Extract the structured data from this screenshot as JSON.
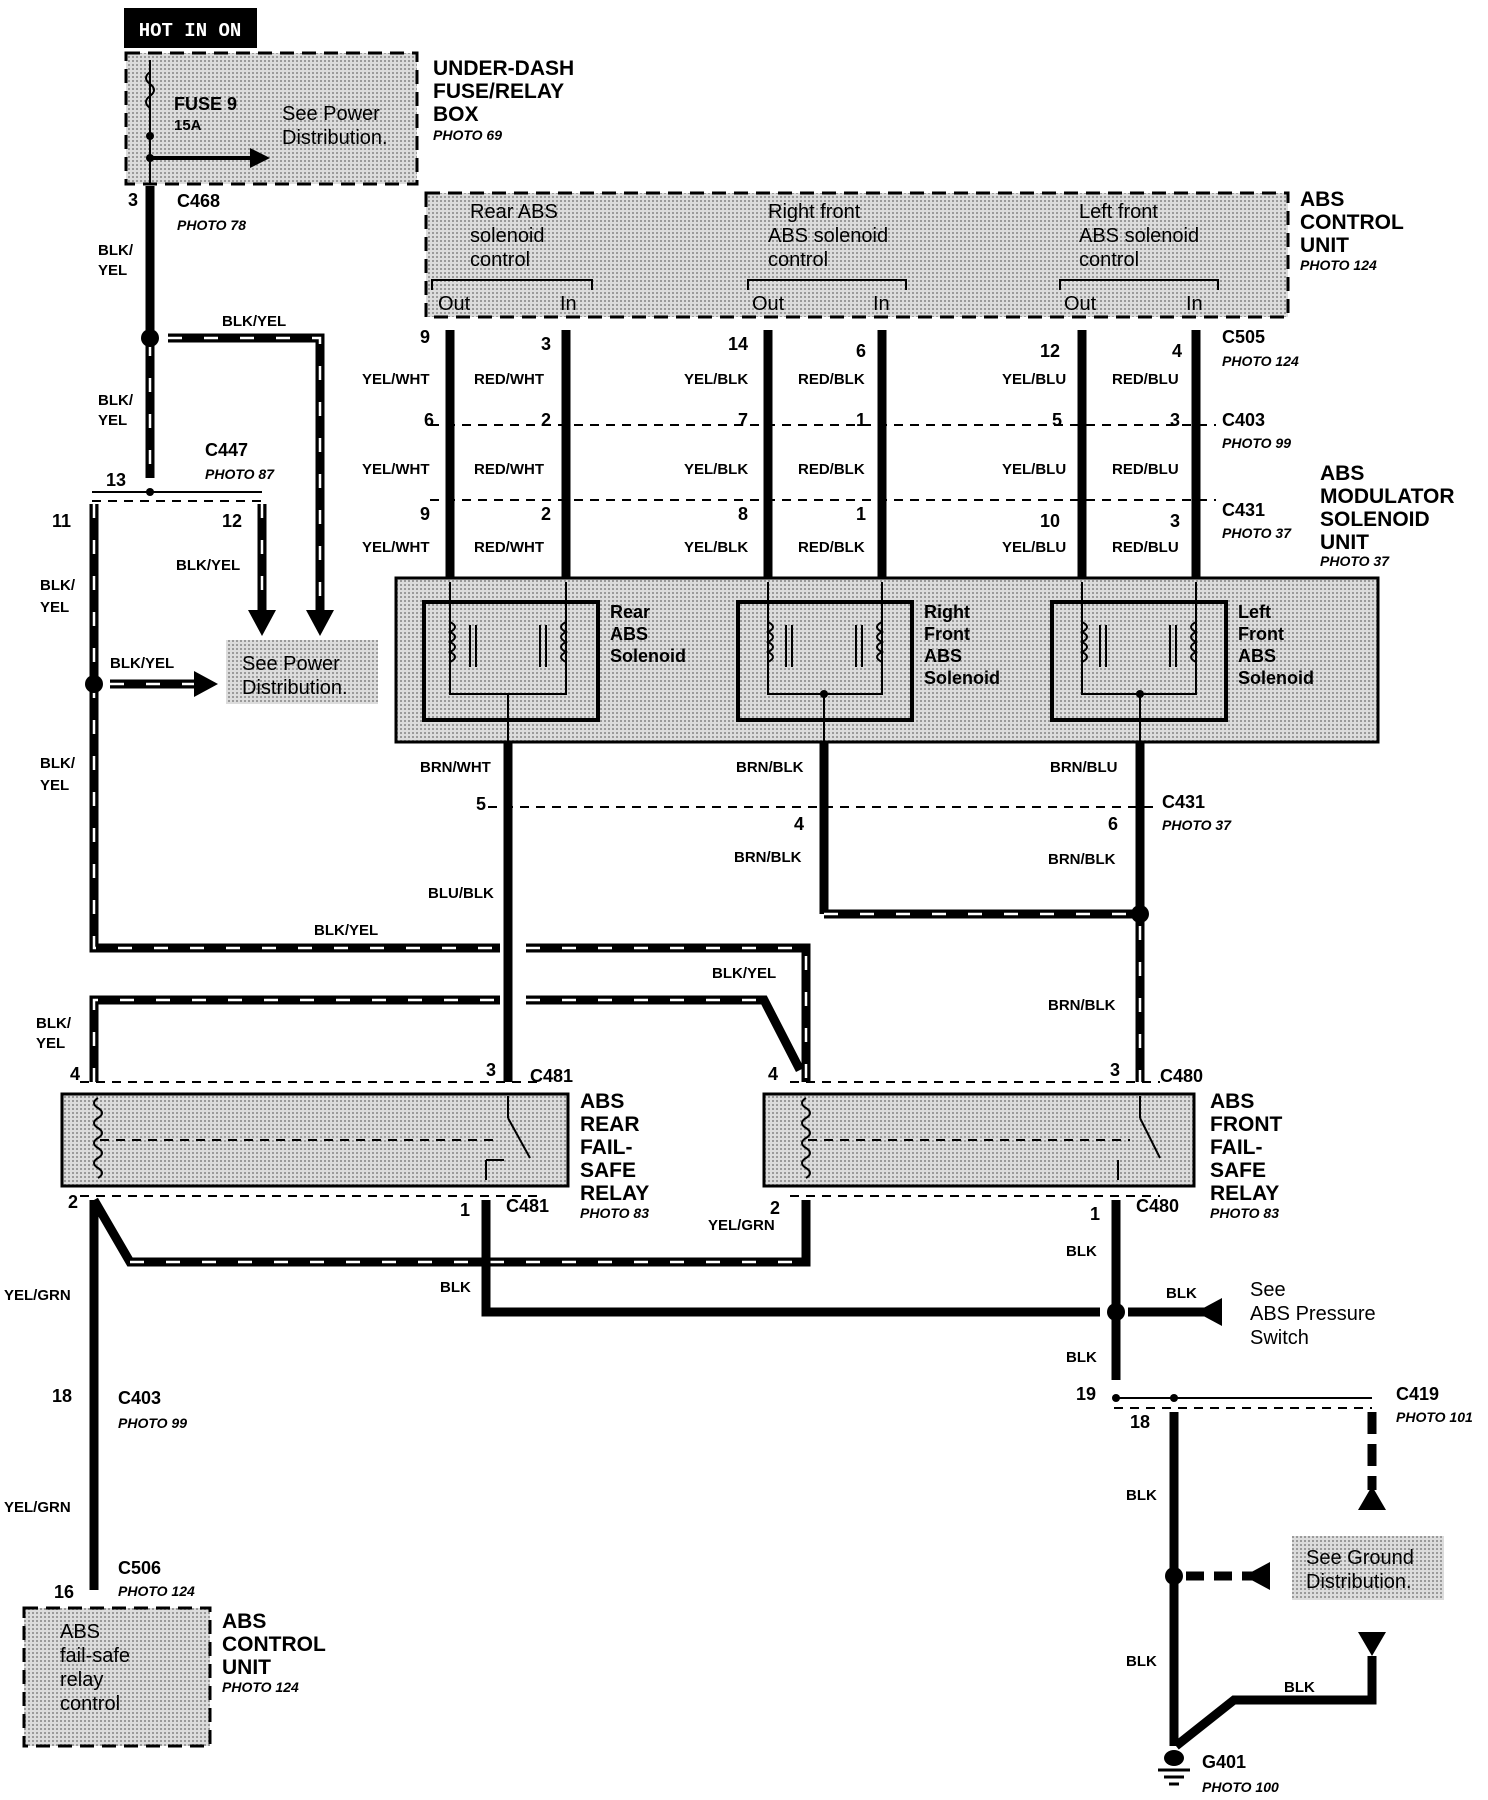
{
  "header": {
    "hot_label": "HOT IN ON"
  },
  "fuse_box": {
    "fuse_name": "FUSE 9",
    "fuse_rating": "15A",
    "see_text_1": "See Power",
    "see_text_2": "Distribution.",
    "title_1": "UNDER-DASH",
    "title_2": "FUSE/RELAY",
    "title_3": "BOX",
    "photo": "PHOTO 69"
  },
  "abs_control_top": {
    "rear_1": "Rear ABS",
    "rear_2": "solenoid",
    "rear_3": "control",
    "rf_1": "Right  front",
    "rf_2": "ABS solenoid",
    "rf_3": "control",
    "lf_1": "Left  front",
    "lf_2": "ABS solenoid",
    "lf_3": "control",
    "out": "Out",
    "in": "In",
    "title_1": "ABS",
    "title_2": "CONTROL",
    "title_3": "UNIT",
    "photo": "PHOTO 124"
  },
  "modulator": {
    "title_1": "ABS",
    "title_2": "MODULATOR",
    "title_3": "SOLENOID",
    "title_4": "UNIT",
    "photo": "PHOTO 37",
    "rear_1": "Rear",
    "rear_2": "ABS",
    "rear_3": "Solenoid",
    "rf_1": "Right",
    "rf_2": "Front",
    "rf_3": "ABS",
    "rf_4": "Solenoid",
    "lf_1": "Left",
    "lf_2": "Front",
    "lf_3": "ABS",
    "lf_4": "Solenoid"
  },
  "connectors": {
    "c468": "C468",
    "c468_photo": "PHOTO 78",
    "c447": "C447",
    "c447_photo": "PHOTO 87",
    "c505": "C505",
    "c505_photo": "PHOTO 124",
    "c403": "C403",
    "c403_photo": "PHOTO 99",
    "c431": "C431",
    "c431_photo": "PHOTO 37",
    "c481": "C481",
    "c480": "C480",
    "c419": "C419",
    "c419_photo": "PHOTO 101",
    "c506": "C506",
    "c506_photo": "PHOTO 124",
    "g401": "G401",
    "g401_photo": "PHOTO 100"
  },
  "wires": {
    "blk_yel": "BLK/YEL",
    "blk": "BLK",
    "yel": "YEL",
    "blk_slash": "BLK/",
    "yel_wht": "YEL/WHT",
    "red_wht": "RED/WHT",
    "yel_blk": "YEL/BLK",
    "red_blk": "RED/BLK",
    "yel_blu": "YEL/BLU",
    "red_blu": "RED/BLU",
    "brn_wht": "BRN/WHT",
    "brn_blk": "BRN/BLK",
    "brn_blu": "BRN/BLU",
    "blu_blk": "BLU/BLK",
    "yel_grn": "YEL/GRN"
  },
  "pins": {
    "p3": "3",
    "p13": "13",
    "p11": "11",
    "p12": "12",
    "p9": "9",
    "p14": "14",
    "p6": "6",
    "p4": "4",
    "p2": "2",
    "p7": "7",
    "p1": "1",
    "p5": "5",
    "p8": "8",
    "p10": "10",
    "p18": "18",
    "p19": "19",
    "p16": "16"
  },
  "see_power": {
    "line_1": "See Power",
    "line_2": "Distribution."
  },
  "relays": {
    "rear_1": "ABS",
    "rear_2": "REAR",
    "rear_3": "FAIL-",
    "rear_4": "SAFE",
    "rear_5": "RELAY",
    "front_1": "ABS",
    "front_2": "FRONT",
    "front_3": "FAIL-",
    "front_4": "SAFE",
    "front_5": "RELAY",
    "photo": "PHOTO 83"
  },
  "pressure": {
    "line_1": "See",
    "line_2": "ABS Pressure",
    "line_3": "Switch"
  },
  "ground": {
    "line_1": "See Ground",
    "line_2": "Distribution."
  },
  "abs_control_bottom": {
    "line_1": "ABS",
    "line_2": "fail-safe",
    "line_3": "relay",
    "line_4": "control",
    "title_1": "ABS",
    "title_2": "CONTROL",
    "title_3": "UNIT",
    "photo": "PHOTO 124"
  }
}
